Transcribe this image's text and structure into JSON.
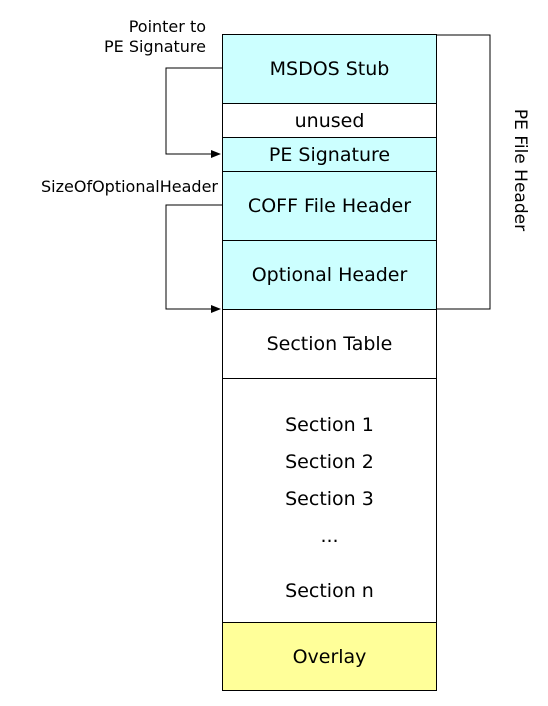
{
  "annotations": {
    "pointer_line1": "Pointer to",
    "pointer_line2": "PE Signature",
    "size_of_optional_header": "SizeOfOptionalHeader"
  },
  "blocks": {
    "msdos_stub": "MSDOS Stub",
    "unused": "unused",
    "pe_signature": "PE Signature",
    "coff_file_header": "COFF File Header",
    "optional_header": "Optional Header",
    "section_table": "Section Table",
    "sections": [
      "Section 1",
      "Section 2",
      "Section 3",
      "...",
      "Section n"
    ],
    "overlay": "Overlay"
  },
  "bracket_label": "PE File Header",
  "colors": {
    "header_fill": "#ccffff",
    "overlay_fill": "#ffff99",
    "plain_fill": "#ffffff",
    "stroke": "#000000"
  }
}
